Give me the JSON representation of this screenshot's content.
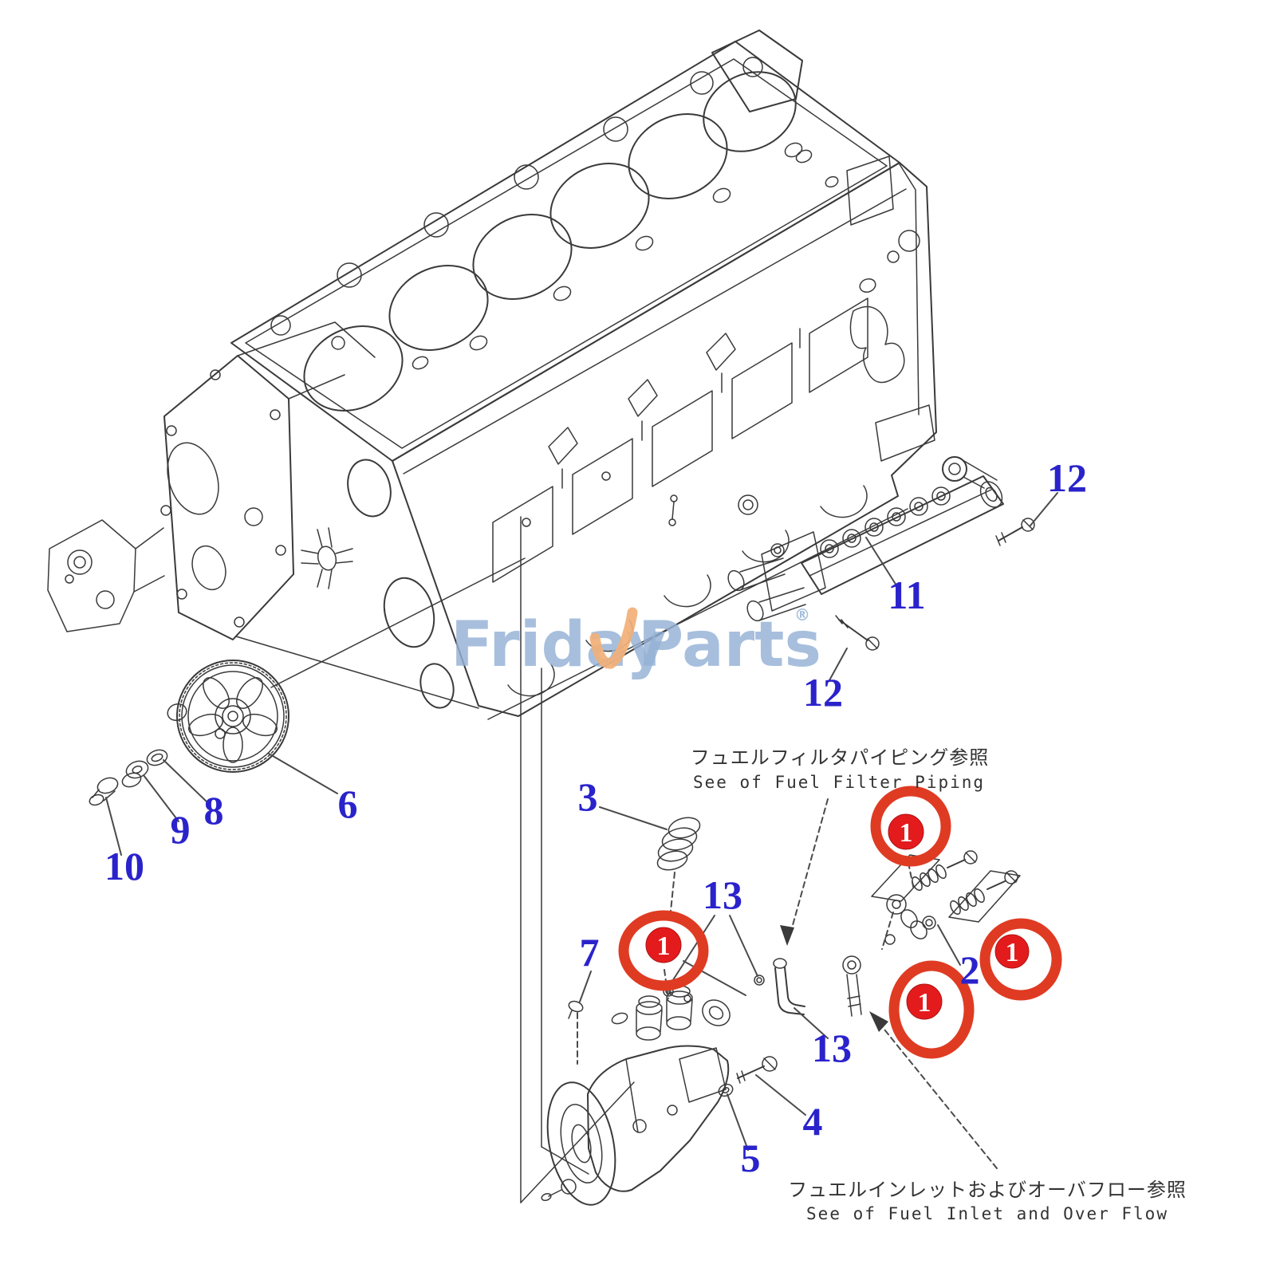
{
  "diagram": {
    "kind": "engine-parts-exploded-diagram",
    "colors": {
      "background": "#ffffff",
      "line": "#3a3a3a",
      "label_blue": "#2a23cb",
      "callout_ring_red": "#df3b23",
      "callout_disc_red": "#e41b1d",
      "watermark_blue": "#94b1d6",
      "watermark_check_orange": "#f2b077"
    },
    "watermark": {
      "brand_left": "Friday",
      "brand_right": "Parts",
      "registered_mark": "®"
    },
    "annotations": {
      "fuel_filter_note_jp": "フュエルフィルタパイピング参照",
      "fuel_filter_note_en": "See of Fuel Filter Piping",
      "fuel_inlet_note_jp": "フュエルインレットおよびオーバフロー参照",
      "fuel_inlet_note_en": "See of Fuel Inlet and Over Flow"
    },
    "part_labels": [
      {
        "id": "3",
        "text": "3"
      },
      {
        "id": "7",
        "text": "7"
      },
      {
        "id": "6",
        "text": "6"
      },
      {
        "id": "8",
        "text": "8"
      },
      {
        "id": "9",
        "text": "9"
      },
      {
        "id": "10",
        "text": "10"
      },
      {
        "id": "13-upper",
        "text": "13"
      },
      {
        "id": "13-lower",
        "text": "13"
      },
      {
        "id": "4",
        "text": "4"
      },
      {
        "id": "5",
        "text": "5"
      },
      {
        "id": "2",
        "text": "2"
      },
      {
        "id": "11",
        "text": "11"
      },
      {
        "id": "12-top",
        "text": "12"
      },
      {
        "id": "12-bottom",
        "text": "12"
      }
    ],
    "callouts": [
      {
        "id": "pump",
        "text": "1"
      },
      {
        "id": "filter-piping",
        "text": "1"
      },
      {
        "id": "fitting-right",
        "text": "1"
      },
      {
        "id": "inlet-overflow",
        "text": "1"
      }
    ]
  }
}
